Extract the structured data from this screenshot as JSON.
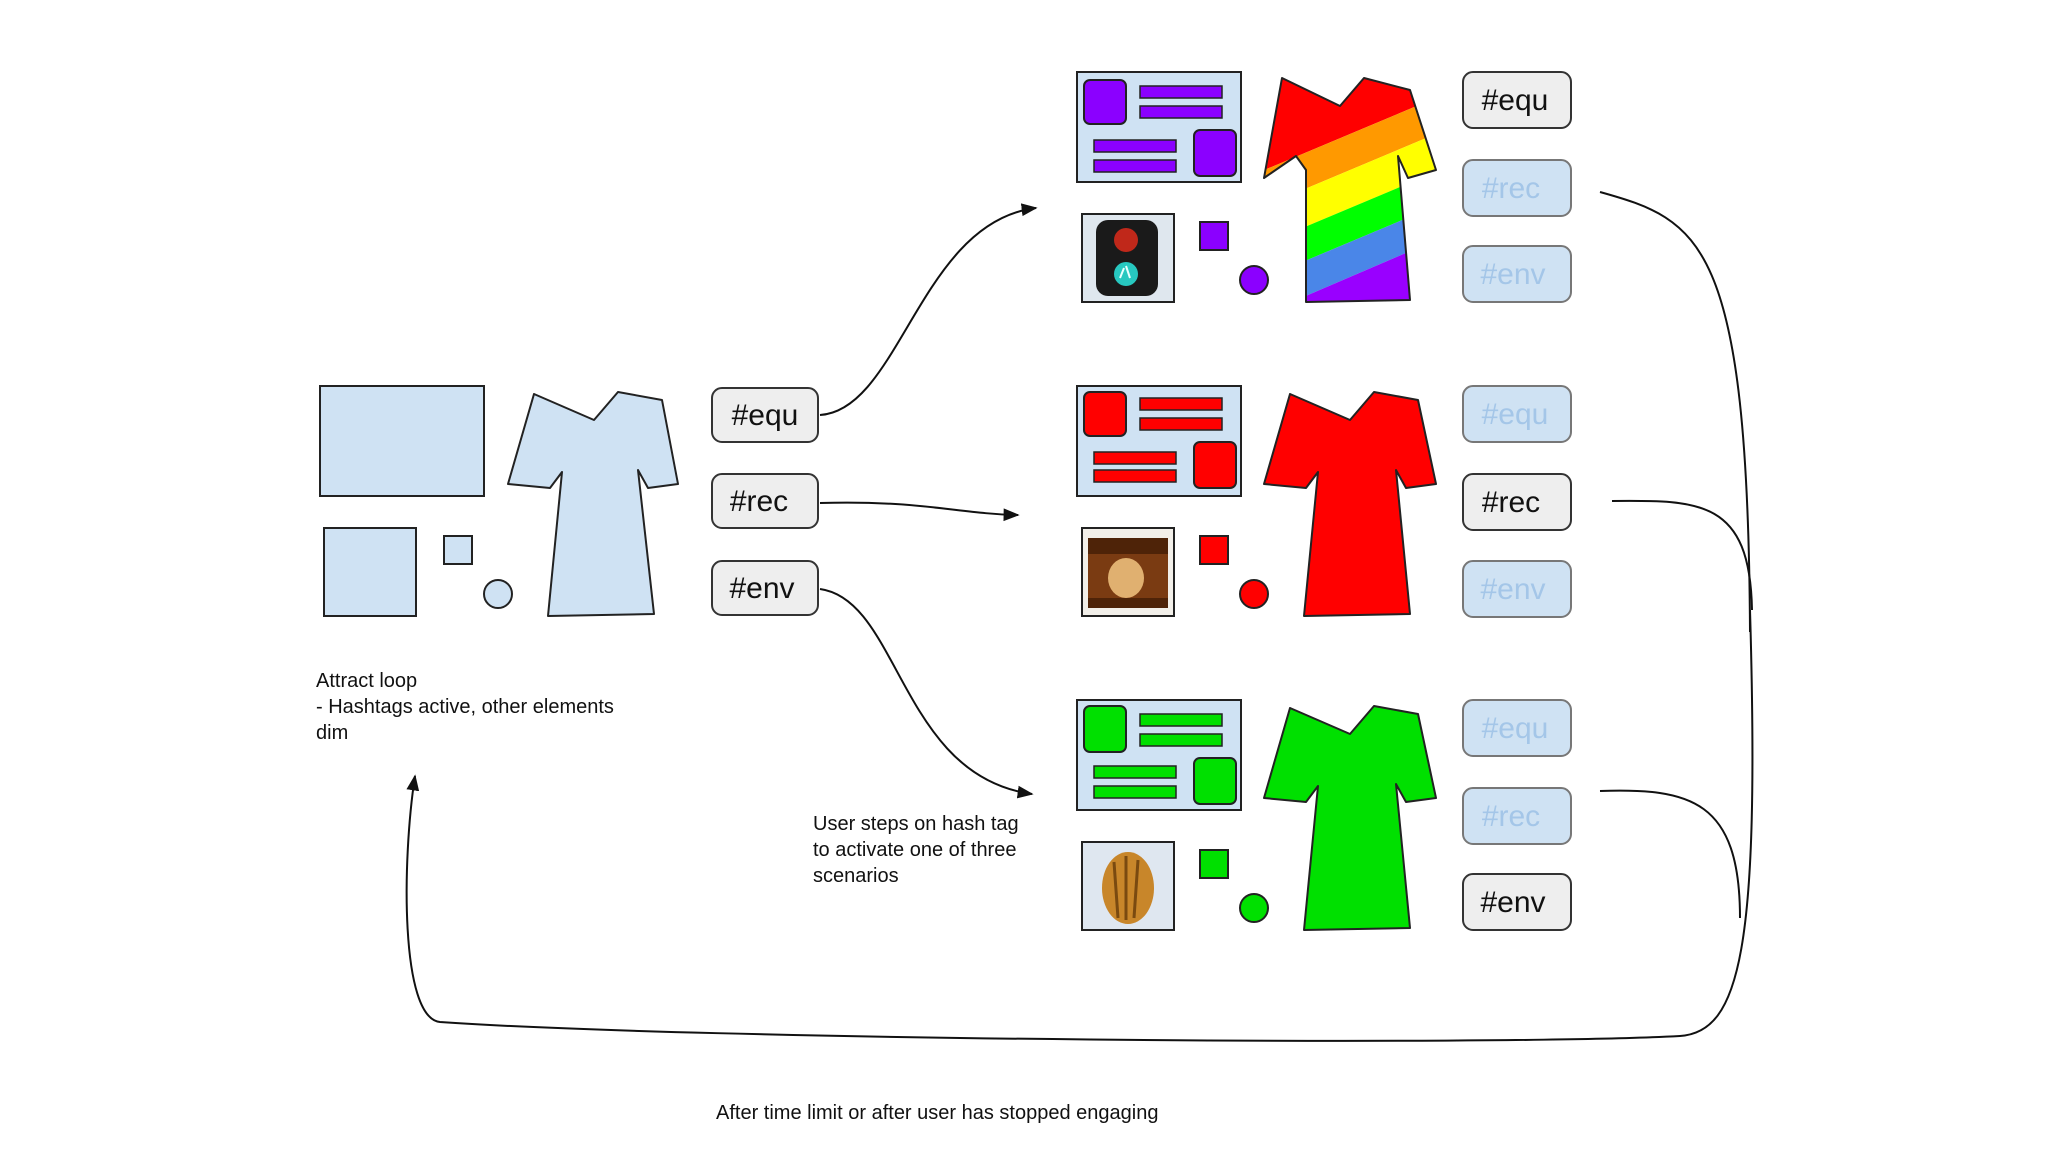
{
  "attract": {
    "caption_lines": [
      "Attract loop",
      "- Hashtags active, other elements",
      "dim"
    ],
    "hashtags": [
      "#equ",
      "#rec",
      "#env"
    ]
  },
  "steps_caption_lines": [
    "User steps on hash tag",
    "to activate one of three",
    "scenarios"
  ],
  "bottom_caption": "After time limit or after user has stopped engaging",
  "scenarios": [
    {
      "accent": "#8b00ff",
      "dress": "rainbow",
      "photo": "pedestrian-signal",
      "tags": [
        {
          "label": "#equ",
          "active": true
        },
        {
          "label": "#rec",
          "active": false
        },
        {
          "label": "#env",
          "active": false
        }
      ]
    },
    {
      "accent": "#ff0000",
      "dress": "solid",
      "photo": "wooden-chest",
      "tags": [
        {
          "label": "#equ",
          "active": false
        },
        {
          "label": "#rec",
          "active": true
        },
        {
          "label": "#env",
          "active": false
        }
      ]
    },
    {
      "accent": "#00e000",
      "dress": "solid",
      "photo": "honeycomb",
      "tags": [
        {
          "label": "#equ",
          "active": false
        },
        {
          "label": "#rec",
          "active": false
        },
        {
          "label": "#env",
          "active": true
        }
      ]
    }
  ],
  "colors": {
    "dim_fill": "#cfe2f3",
    "dim_stroke": "#222222",
    "active_tag_fill": "#eeeeee",
    "inactive_tag_fill": "#cfe2f3",
    "inactive_tag_text": "#a4c6e8",
    "rainbow": [
      "#ff0000",
      "#ff9900",
      "#ffff00",
      "#00ff00",
      "#4a86e8",
      "#9900ff"
    ]
  }
}
